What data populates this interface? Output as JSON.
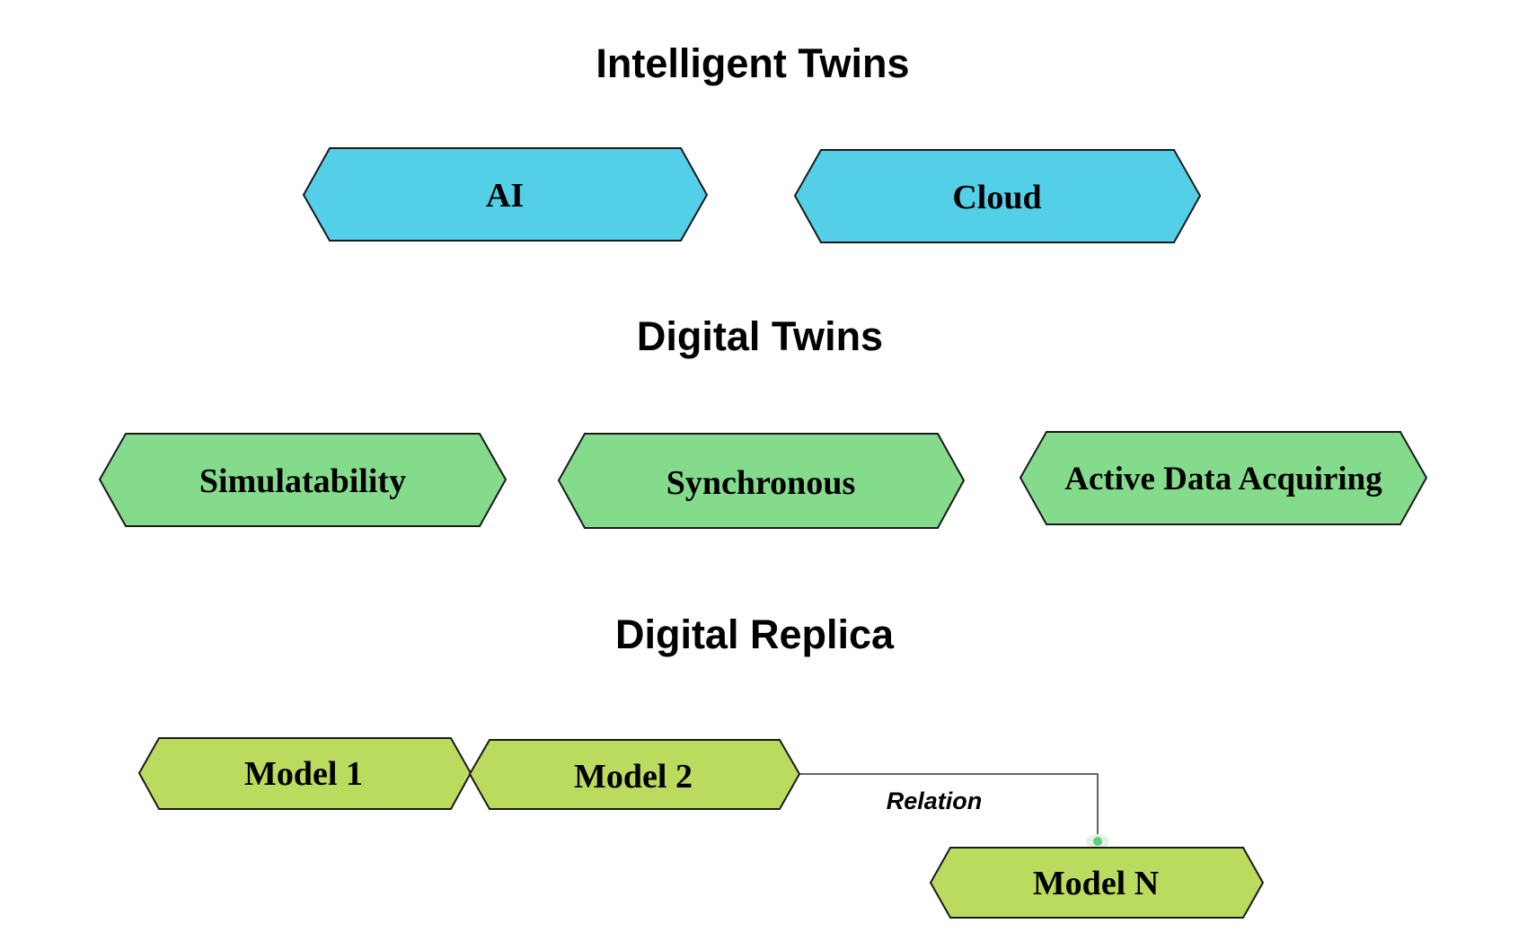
{
  "colors": {
    "intelligent": "#53d0e8",
    "digital": "#84db8c",
    "replica": "#bbdb5f",
    "connector_dot": "#5ccf7a"
  },
  "sections": {
    "intelligent_twins": {
      "title": "Intelligent Twins",
      "nodes": {
        "ai": "AI",
        "cloud": "Cloud"
      }
    },
    "digital_twins": {
      "title": "Digital Twins",
      "nodes": {
        "simulatability": "Simulatability",
        "synchronous": "Synchronous",
        "active_data": "Active Data Acquiring"
      }
    },
    "digital_replica": {
      "title": "Digital Replica",
      "nodes": {
        "model1": "Model 1",
        "model2": "Model 2",
        "modeln": "Model N"
      },
      "relation_label": "Relation"
    }
  }
}
